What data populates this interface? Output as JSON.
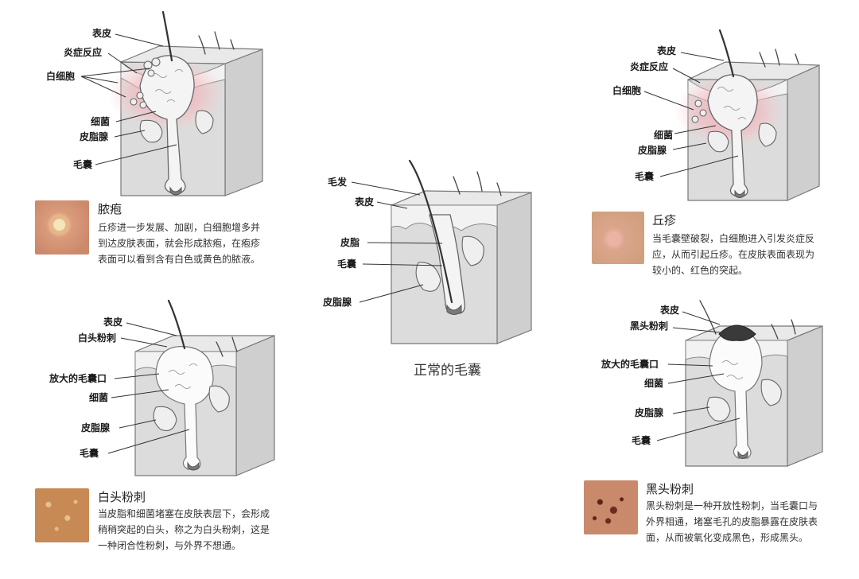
{
  "center": {
    "caption": "正常的毛囊",
    "labels": {
      "hair": "毛发",
      "epidermis": "表皮",
      "sebum": "皮脂",
      "follicle": "毛囊",
      "gland": "皮脂腺"
    }
  },
  "pustule": {
    "labels": {
      "epidermis": "表皮",
      "inflammation": "炎症反应",
      "wbc": "白细胞",
      "bacteria": "细菌",
      "gland": "皮脂腺",
      "follicle": "毛囊"
    },
    "title": "脓疱",
    "description": "丘疹进一步发展、加剧，白细胞增多并到达皮肤表面，就会形成脓疱，在疱疹表面可以看到含有白色或黄色的脓液。"
  },
  "papule": {
    "labels": {
      "epidermis": "表皮",
      "inflammation": "炎症反应",
      "wbc": "白细胞",
      "bacteria": "细菌",
      "gland": "皮脂腺",
      "follicle": "毛囊"
    },
    "title": "丘疹",
    "description": "当毛囊壁破裂，白细胞进入引发炎症反应，从而引起丘疹。在皮肤表面表现为较小的、红色的突起。"
  },
  "whitehead": {
    "labels": {
      "epidermis": "表皮",
      "whitehead": "白头粉刺",
      "pore": "放大的毛囊口",
      "bacteria": "细菌",
      "gland": "皮脂腺",
      "follicle": "毛囊"
    },
    "title": "白头粉刺",
    "description": "当皮脂和细菌堵塞在皮肤表层下，会形成稍稍突起的白头，称之为白头粉刺，这是一种闭合性粉刺，与外界不想通。"
  },
  "blackhead": {
    "labels": {
      "epidermis": "表皮",
      "blackhead": "黑头粉刺",
      "pore": "放大的毛囊口",
      "bacteria": "细菌",
      "gland": "皮脂腺",
      "follicle": "毛囊"
    },
    "title": "黑头粉刺",
    "description": "黑头粉刺是一种开放性粉刺，当毛囊口与外界相通，堵塞毛孔的皮脂暴露在皮肤表面，从而被氧化变成黑色，形成黑头。"
  }
}
